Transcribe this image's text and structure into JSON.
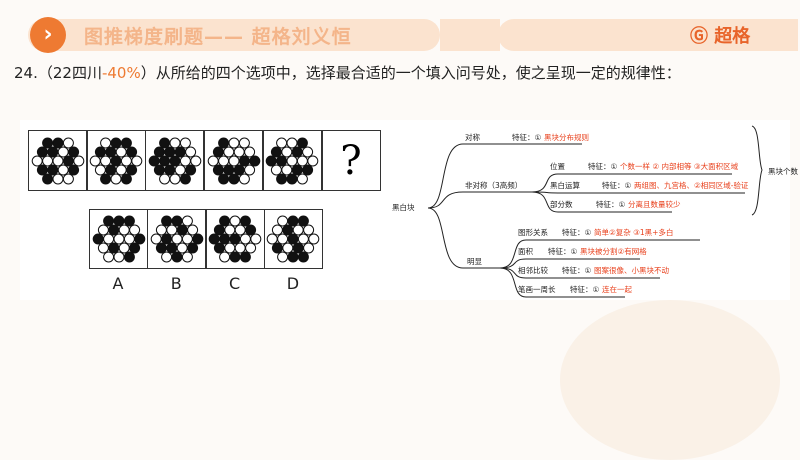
{
  "header": {
    "icon": "chevron-right-icon",
    "title": "图推梯度刷题—— 超格刘义恒",
    "brand": "超格",
    "brand_icon": "g-logo-icon",
    "accent": "#ee7a32"
  },
  "question": {
    "number": "24.",
    "source_open": "（22四川",
    "percent": "-40%",
    "source_close": "）",
    "text": "从所给的四个选项中，选择最合适的一个填入问号处，使之呈现一定的规律性："
  },
  "puzzle": {
    "figures": [
      "1101101000101101100",
      "0111101001000101101",
      "1001110111001101001",
      "1001000000111110110",
      "0011010110000011110"
    ],
    "question_mark": "?",
    "options": [
      {
        "label": "A",
        "pattern": "1110100100010101001"
      },
      {
        "label": "B",
        "pattern": "1100010010011101010"
      },
      {
        "label": "C",
        "pattern": "1011001111001000011"
      },
      {
        "label": "D",
        "pattern": "0110100001001010011"
      }
    ]
  },
  "mindmap": {
    "root": "黑白块",
    "brace_label": "黑块个数",
    "nodes": [
      {
        "label": "对称",
        "feature_prefix": "特征：①",
        "feature": "黑块分布规则"
      },
      {
        "label": "非对称（3高频）",
        "children": [
          {
            "label": "位置",
            "feature_prefix": "特征：①",
            "feature": "个数一样 ② 内部相等 ③大面积区域"
          },
          {
            "label": "黑白运算",
            "feature_prefix": "特征：①",
            "feature": "两组图、九宫格、②相同区域-验证"
          },
          {
            "label": "部分数",
            "feature_prefix": "特征：①",
            "feature": "分离且数量较少"
          }
        ]
      },
      {
        "label": "明显",
        "children": [
          {
            "label": "图形关系",
            "feature_prefix": "特征：①",
            "feature": " 简单②复杂 ③1黑+多白"
          },
          {
            "label": "面积",
            "feature_prefix": "特征：①",
            "feature": "黑块被分割②有网格"
          },
          {
            "label": "相邻比较",
            "feature_prefix": "特征：①",
            "feature": "图案很像、小黑块不动"
          },
          {
            "label": "笔画一周长",
            "feature_prefix": "特征：①",
            "feature": "连在一起"
          }
        ]
      }
    ],
    "feature_color": "#e8401c"
  }
}
